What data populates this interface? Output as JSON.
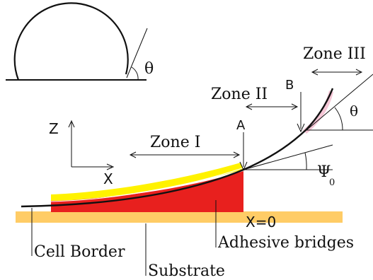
{
  "labels": {
    "theta_top": "θ",
    "theta_right": "θ",
    "zone_i": "Zone I",
    "zone_ii": "Zone II",
    "zone_iii": "Zone III",
    "point_a": "A",
    "point_b": "B",
    "axis_z": "Z",
    "axis_x": "X",
    "psi": "Ψ",
    "psi_sub": "0",
    "x_zero": "X=0",
    "cell_border": "Cell Border",
    "substrate": "Substrate",
    "adhesive_bridges": "Adhesive bridges"
  },
  "colors": {
    "substrate": "#FFCC66",
    "adhesive_region": "#E8201E",
    "cell_membrane": "#FFF200",
    "pink_zone": "#F5C6D6",
    "lines": "#111111"
  }
}
